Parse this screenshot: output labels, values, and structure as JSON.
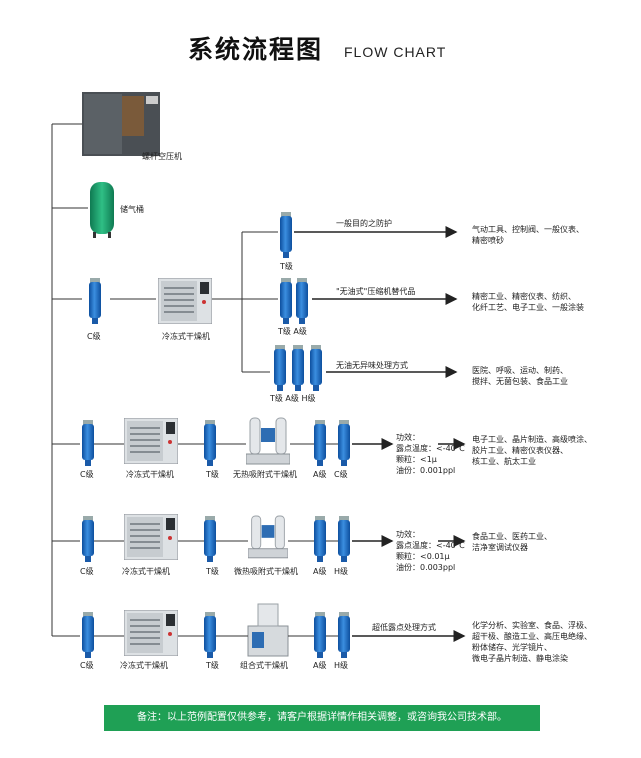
{
  "header": {
    "title_cn": "系统流程图",
    "title_en": "FLOW CHART"
  },
  "top": {
    "compressor": "螺杆空压机",
    "tank": "储气桶"
  },
  "row1": {
    "c_filter": "C级",
    "dryer": "冷冻式干燥机",
    "branches": [
      {
        "filters": "T级",
        "desc": "一般目的之防护",
        "apps": "气动工具、控制阀、一般仪表、\n精密喷砂"
      },
      {
        "filters": "T级 A级",
        "desc": "\"无油式\"压缩机替代品",
        "apps": "精密工业、精密仪表、纺织、\n化纤工艺、电子工业、一般涂装"
      },
      {
        "filters": "T级  A级  H级",
        "desc": "无油无异味处理方式",
        "apps": "医院、呼吸、运动、制药、\n搅拌、无菌包装、食品工业"
      }
    ]
  },
  "row2": {
    "labels": [
      "C级",
      "冷冻式干燥机",
      "T级",
      "无热吸附式干燥机",
      "A级",
      "C级"
    ],
    "spec": [
      "功效：",
      "露点温度：<-40℃",
      "颗粒：<1μ",
      "油份：0.001ppl"
    ],
    "apps": "电子工业、晶片制造、高级喷涂、\n胶片工业、精密仪表仪器、\n核工业、航太工业"
  },
  "row3": {
    "labels": [
      "C级",
      "冷冻式干燥机",
      "T级",
      "微热吸附式干燥机",
      "A级",
      "H级"
    ],
    "spec": [
      "功效：",
      "露点温度：<-40℃",
      "颗粒：<0.01μ",
      "油份：0.003ppl"
    ],
    "apps": "食品工业、医药工业、\n洁净室调试仪器"
  },
  "row4": {
    "labels": [
      "C级",
      "冷冻式干燥机",
      "T级",
      "组合式干燥机",
      "A级",
      "H级"
    ],
    "desc": "超低露点处理方式",
    "apps": "化学分析、实验室、食品、浮极、\n超干极、酿造工业、高压电绝缘、\n粉体储存、光学镜片、\n微电子晶片制造、静电涂染"
  },
  "footer": {
    "note": "备注：以上范例配置仅供参考，请客户根据详情作相关调整，或咨询我公司技术部。"
  },
  "colors": {
    "filter_blue": "#1f6fc8",
    "footer_green": "#1fa055"
  }
}
